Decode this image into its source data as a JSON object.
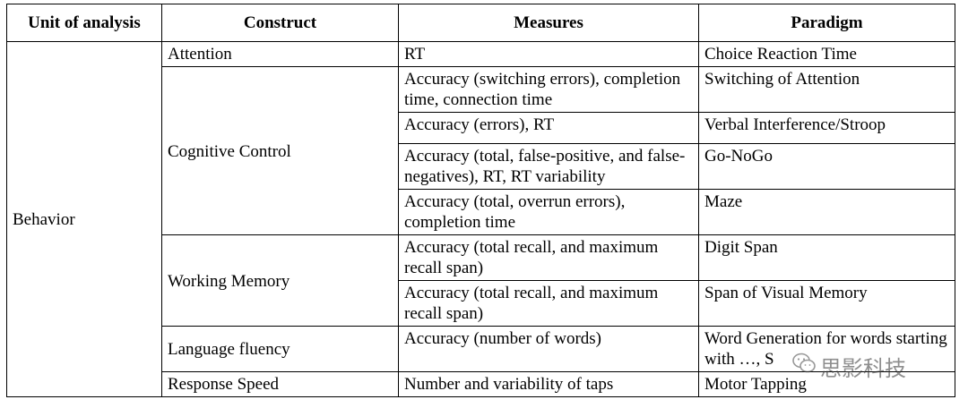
{
  "table": {
    "headers": [
      "Unit of analysis",
      "Construct",
      "Measures",
      "Paradigm"
    ],
    "unit": "Behavior",
    "constructs": [
      "Attention",
      "Cognitive Control",
      "Working Memory",
      "Language fluency",
      "Response Speed"
    ],
    "rows": [
      {
        "measures": "RT",
        "paradigm": "Choice Reaction Time"
      },
      {
        "measures": "Accuracy (switching errors), completion time, connection time",
        "paradigm": "Switching of Attention"
      },
      {
        "measures": "Accuracy (errors), RT",
        "paradigm": "Verbal Interference/Stroop"
      },
      {
        "measures": "Accuracy (total, false-positive, and false-negatives), RT, RT variability",
        "paradigm": "Go-NoGo"
      },
      {
        "measures": "Accuracy (total, overrun errors), completion time",
        "paradigm": "Maze"
      },
      {
        "measures": "Accuracy (total recall, and maximum recall span)",
        "paradigm": "Digit Span"
      },
      {
        "measures": "Accuracy (total recall, and maximum recall span)",
        "paradigm": "Span of Visual Memory"
      },
      {
        "measures": "Accuracy (number of words)",
        "paradigm": "Word Generation for words starting with …, S"
      },
      {
        "measures": "Number and variability of taps",
        "paradigm": "Motor Tapping"
      }
    ]
  },
  "watermark": {
    "text": "思影科技",
    "icon": "wechat-icon"
  }
}
